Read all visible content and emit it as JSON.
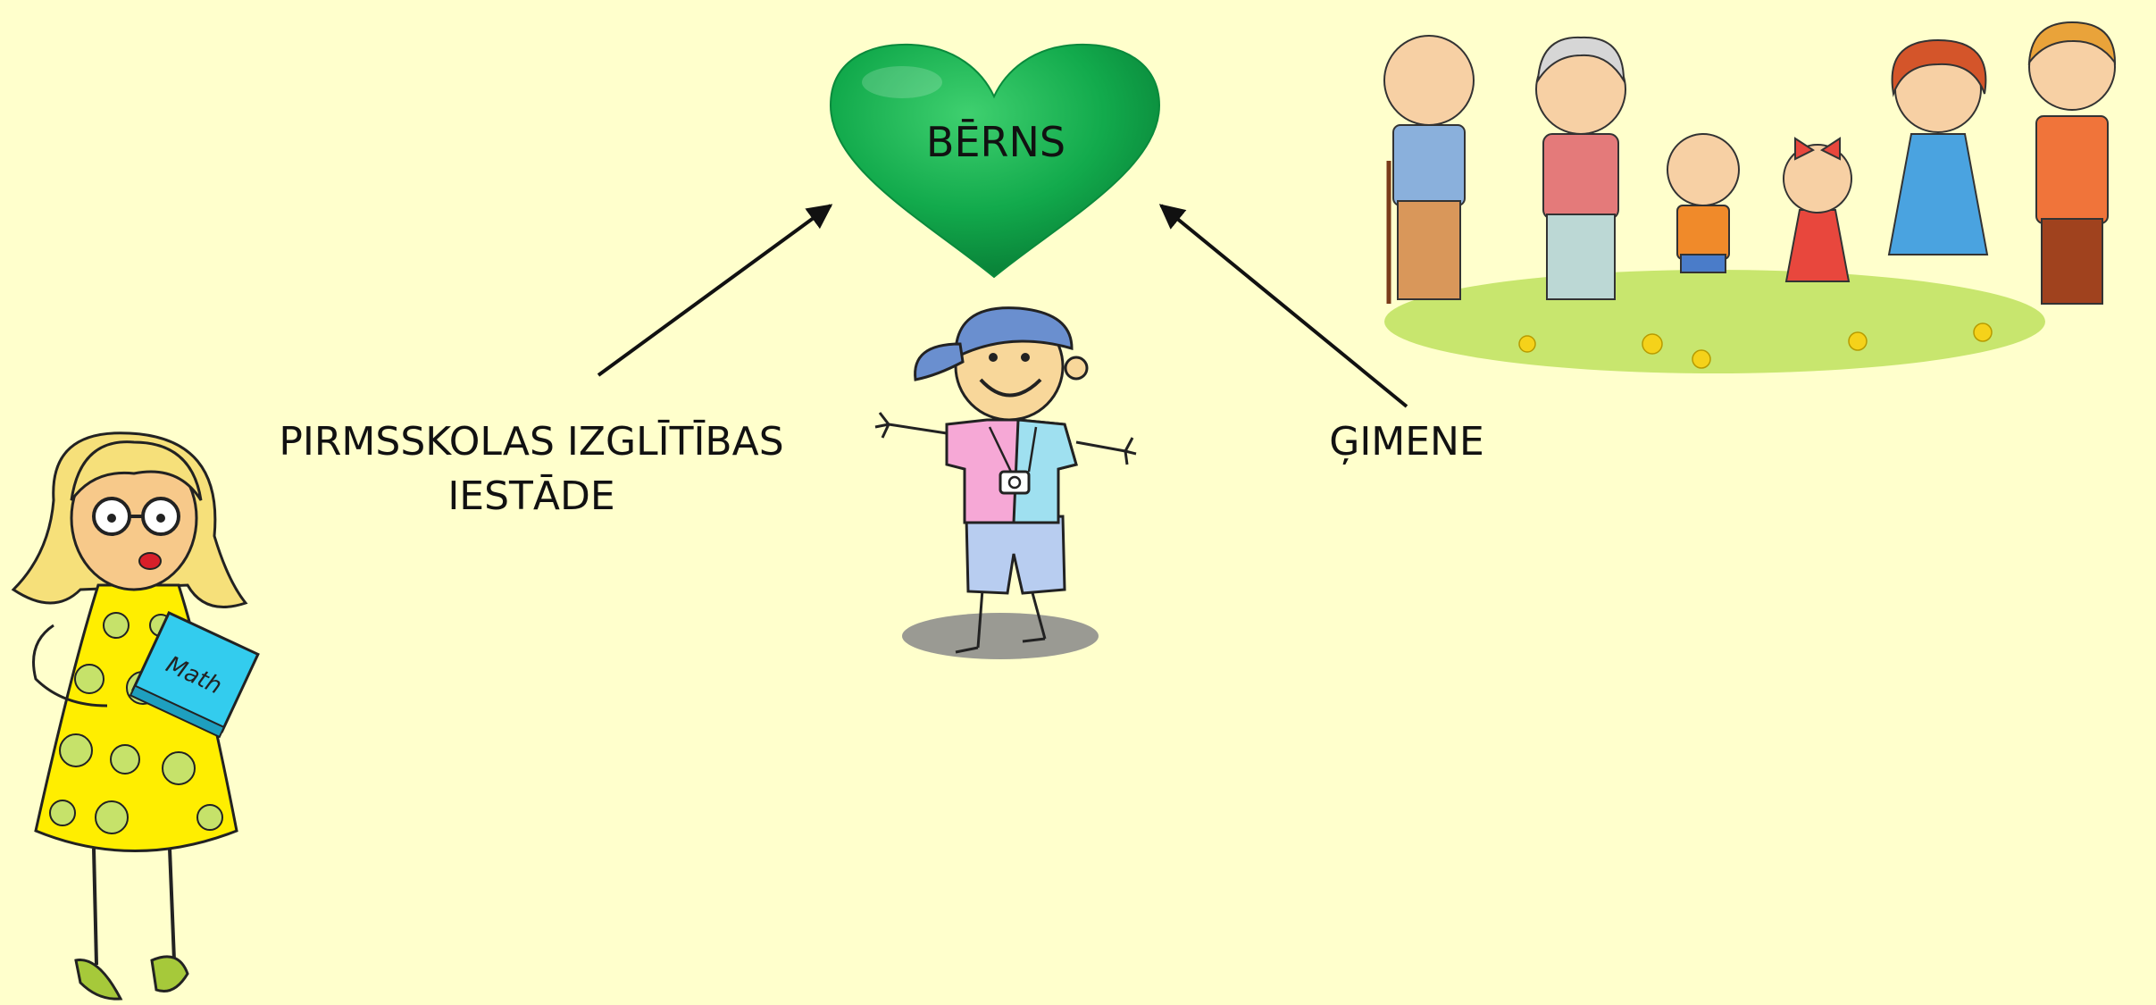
{
  "heart": {
    "label": "BĒRNS",
    "color": "#0fa84a"
  },
  "school": {
    "label_line1": "PIRMSSKOLAS IZGLĪTĪBAS",
    "label_line2": "IESTĀDE"
  },
  "family": {
    "label": "ĢIMENE"
  },
  "book": {
    "text": "Math"
  },
  "colors": {
    "background": "#ffffcc",
    "arrow": "#111111",
    "teacher_dress": "#ffee00",
    "teacher_dots": "#c6e26a",
    "book": "#33ccee",
    "grass": "#c8e66e"
  }
}
